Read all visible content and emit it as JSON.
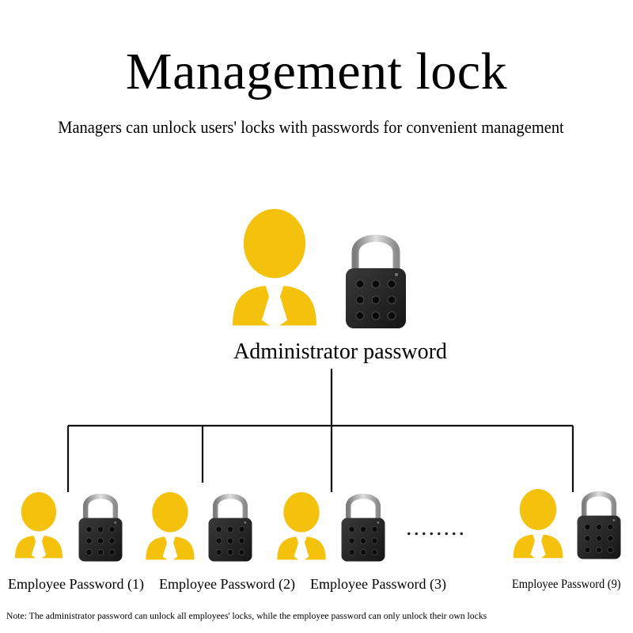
{
  "title": "Management lock",
  "subtitle": "Managers can unlock users' locks with passwords for convenient management",
  "admin": {
    "label": "Administrator password"
  },
  "employees": [
    {
      "label": "Employee Password (1)"
    },
    {
      "label": "Employee Password (2)"
    },
    {
      "label": "Employee Password (3)"
    },
    {
      "label": "Employee Password (9)"
    }
  ],
  "ellipsis": "........",
  "note": "Note: The administrator password can unlock all employees' locks, while the employee password can only unlock their own locks",
  "colors": {
    "person": "#f4c20d",
    "tie": "#ffffff",
    "lock_body": "#222222",
    "shackle": "#b5b5b5",
    "connector": "#111111"
  },
  "icons": [
    "person-icon",
    "padlock-icon"
  ]
}
